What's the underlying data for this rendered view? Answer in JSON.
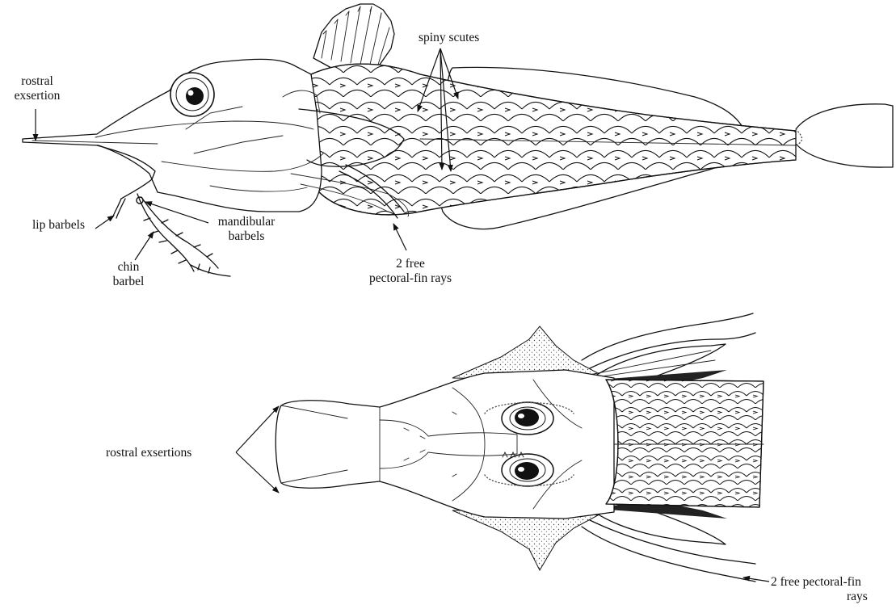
{
  "lateral_view": {
    "labels": {
      "rostral_exsertion_line1": "rostral",
      "rostral_exsertion_line2": "exsertion",
      "spiny_scutes": "spiny scutes",
      "lip_barbels": "lip barbels",
      "mandibular_barbels_line1": "mandibular",
      "mandibular_barbels_line2": "barbels",
      "chin_barbel_line1": "chin",
      "chin_barbel_line2": "barbel",
      "free_rays_line1": "2 free",
      "free_rays_line2": "pectoral-fin rays"
    }
  },
  "dorsal_view": {
    "labels": {
      "rostral_exsertions": "rostral exsertions",
      "free_rays_line1": "2 free pectoral-fin",
      "free_rays_line2": "rays"
    }
  }
}
